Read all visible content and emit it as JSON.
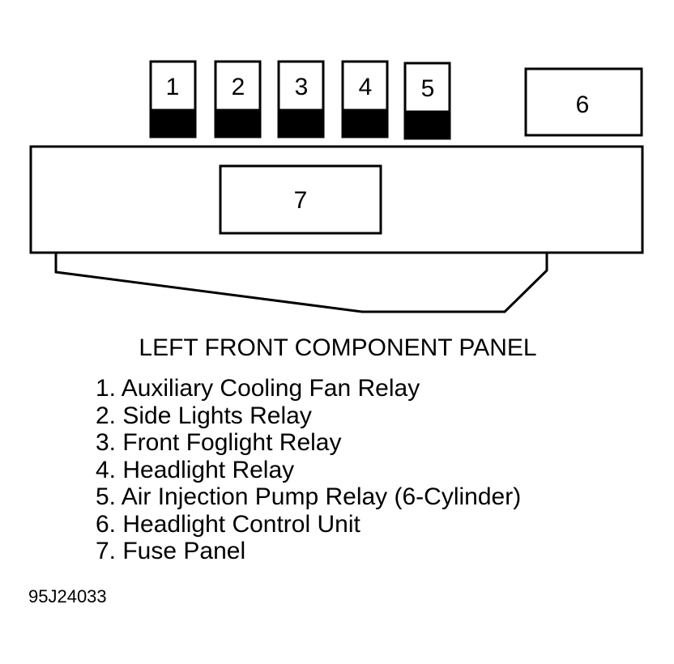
{
  "components": {
    "relay_1": "1",
    "relay_2": "2",
    "relay_3": "3",
    "relay_4": "4",
    "relay_5": "5",
    "unit_6": "6",
    "fuse_panel_7": "7"
  },
  "title": "LEFT FRONT COMPONENT PANEL",
  "legend": [
    "1. Auxiliary Cooling Fan Relay",
    "2. Side Lights Relay",
    "3. Front Foglight Relay",
    "4. Headlight Relay",
    "5. Air Injection Pump Relay (6-Cylinder)",
    "6. Headlight Control Unit",
    "7. Fuse Panel"
  ],
  "figure_id": "95J24033",
  "colors": {
    "stroke": "#000000",
    "background": "#ffffff"
  }
}
